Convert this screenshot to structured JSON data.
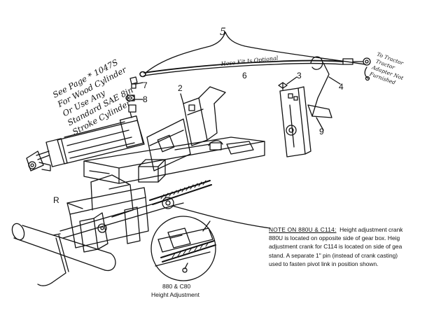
{
  "handwritten_note": [
    "See Page * 1047S",
    "For Wood Cylinder",
    "Or Use Any",
    "Standard SAE 8in",
    "Stroke Cylinder"
  ],
  "hose_label": "Hose Kit Is Optional",
  "tractor_note": [
    "To Tractor",
    "Tractor",
    "Adapter Not",
    "Furnished"
  ],
  "callouts": [
    "5",
    "2",
    "6",
    "3",
    "4",
    "7",
    "8",
    "9",
    "R"
  ],
  "note": {
    "title": "NOTE ON 880U & C114:",
    "lines": [
      "Height adjustment crank",
      "880U is located on opposite side of gear box.  Heig",
      "adjustment crank for C114 is located on side of gea",
      "stand.  A separate 1\" pin (instead of crank casting)",
      "used to fasten pivot link in position shown."
    ]
  },
  "inset_caption": [
    "880 & C80",
    "Height  Adjustment"
  ],
  "colors": {
    "ink": "#111111",
    "paper": "#ffffff"
  }
}
